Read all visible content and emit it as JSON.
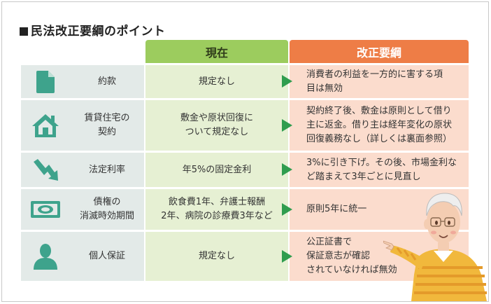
{
  "title": "民法改正要綱のポイント",
  "headers": {
    "current": "現在",
    "reform": "改正要綱"
  },
  "colors": {
    "green": "#9ccc5e",
    "orange": "#ee7d46",
    "arrow": "#2f9d4f",
    "icon": "#3ea38c"
  },
  "rows": [
    {
      "icon": "document-icon",
      "item": "約款",
      "current": "規定なし",
      "reform": "消費者の利益を一方的に害する項\n目は無効"
    },
    {
      "icon": "house-icon",
      "item": "賃貸住宅の\n契約",
      "current": "敷金や原状回復に\nついて規定なし",
      "reform": "契約終了後、敷金は原則として借り\n主に返金。借り主は経年変化の原状\n回復義務なし（詳しくは裏面参照）"
    },
    {
      "icon": "trend-down-icon",
      "item": "法定利率",
      "current": "年5%の固定金利",
      "reform": "3%に引き下げ。その後、市場金利な\nど踏まえて3年ごとに見直し"
    },
    {
      "icon": "banknote-icon",
      "item": "債権の\n消滅時効期間",
      "current": "飲食費1年、弁護士報酬\n2年、病院の診療費3年など",
      "reform": "原則5年に統一"
    },
    {
      "icon": "person-icon",
      "item": "個人保証",
      "current": "規定なし",
      "reform": "公正証書で\n保証意志が確認\nされていなければ無効"
    }
  ]
}
